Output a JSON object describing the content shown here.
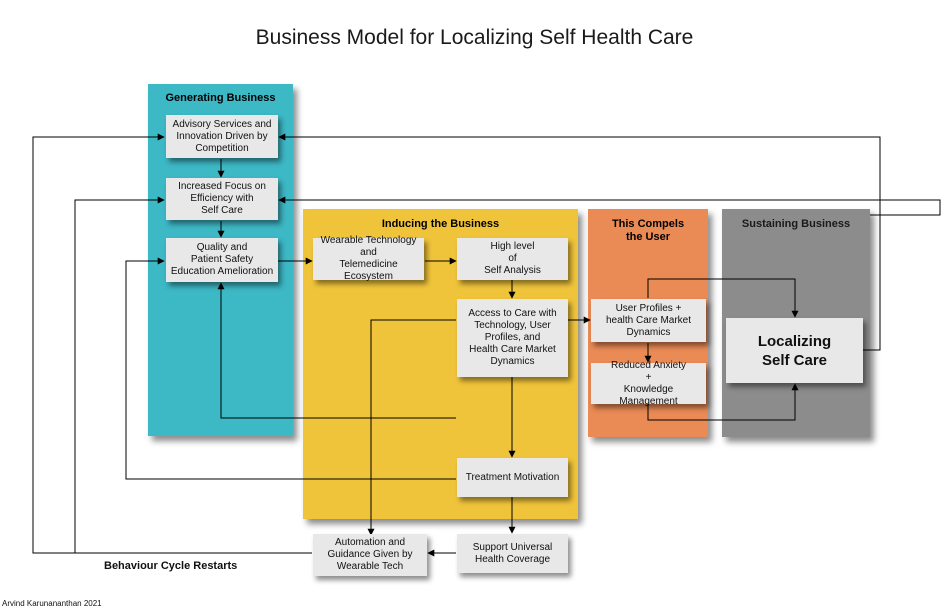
{
  "title": "Business Model for Localizing Self Health Care",
  "columns": {
    "generating": {
      "title": "Generating Business",
      "color": "#3db8c5"
    },
    "inducing": {
      "title": "Inducing the Business",
      "color": "#f0c43a"
    },
    "compels": {
      "title": "This Compels\nthe User",
      "color": "#ea8a55"
    },
    "sustaining": {
      "title": "Sustaining  Business",
      "color": "#8c8c8c"
    }
  },
  "boxes": {
    "advisory": "Advisory Services and\nInnovation Driven by\nCompetition",
    "efficiency": "Increased Focus on\nEfficiency with\nSelf Care",
    "quality": "Quality and\nPatient Safety\nEducation Amelioration",
    "wearable": "Wearable Technology\nand\nTelemedicine Ecosystem",
    "high_level": "High level\nof\nSelf Analysis",
    "access": "Access to Care with\nTechnology, User\nProfiles, and\nHealth Care Market\nDynamics",
    "treatment": "Treatment Motivation",
    "support": "Support Universal\nHealth Coverage",
    "automation": "Automation and\nGuidance Given by\nWearable Tech",
    "user_profiles": "User Profiles +\nhealth Care Market\nDynamics",
    "reduced": "Reduced Anxiety\n+\nKnowledge Management",
    "localizing": "Localizing\nSelf Care"
  },
  "cycle_label": "Behaviour Cycle Restarts",
  "credit": "Arvind Karunananthan 2021"
}
